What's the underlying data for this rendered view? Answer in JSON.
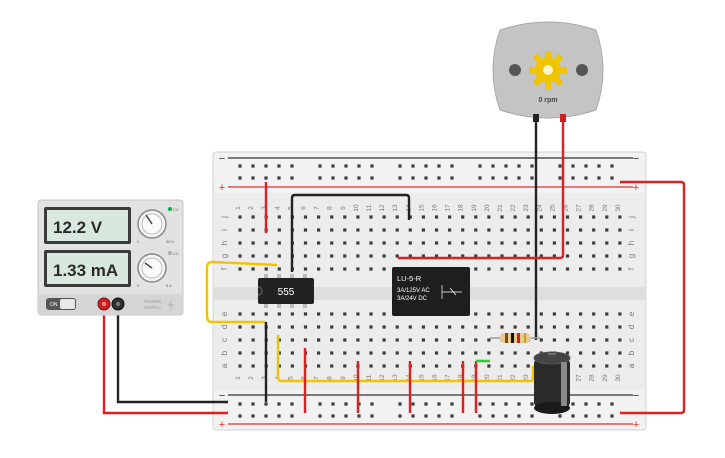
{
  "power_supply": {
    "voltage": "12.2 V",
    "current": "1.33 mA",
    "on_label": "ON",
    "brand_line1": "POWER",
    "brand_line2": "SUPPLY",
    "cv_label": "CV",
    "cc_label": "CC",
    "volt_dial_min": "0",
    "volt_dial_max": "30 V",
    "amp_dial_min": "0",
    "amp_dial_max": "5 A",
    "accent": "#00b050"
  },
  "motor": {
    "speed": "0 rpm"
  },
  "ic": {
    "label": "555"
  },
  "relay": {
    "model": "LU-5-R",
    "rating1": "3A/125V AC",
    "rating2": "3A/24V  DC"
  },
  "breadboard": {
    "column_numbers": [
      "1",
      "2",
      "3",
      "4",
      "5",
      "6",
      "7",
      "8",
      "9",
      "10",
      "11",
      "12",
      "13",
      "14",
      "15",
      "16",
      "17",
      "18",
      "19",
      "20",
      "21",
      "22",
      "23",
      "24",
      "25",
      "26",
      "27",
      "28",
      "29",
      "30"
    ],
    "row_letters_top": [
      "j",
      "i",
      "h",
      "g",
      "f"
    ],
    "row_letters_bottom": [
      "e",
      "d",
      "c",
      "b",
      "a"
    ],
    "rail_minus": "−",
    "rail_plus": "+"
  },
  "colors": {
    "wire_red": "#e02020",
    "wire_black": "#222222",
    "wire_yellow": "#f2c400",
    "wire_green": "#33cc33",
    "rail_red": "#e03030",
    "rail_black": "#333333",
    "board": "#ececec"
  }
}
